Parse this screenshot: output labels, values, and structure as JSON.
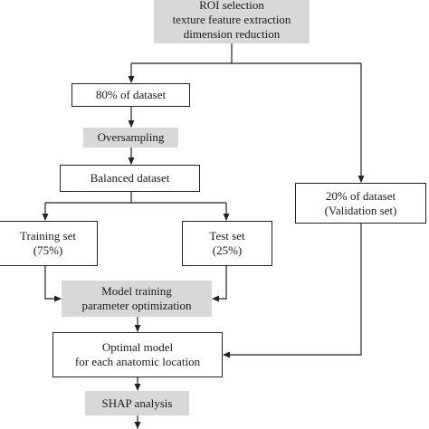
{
  "diagram": {
    "nodes": {
      "roi": {
        "lines": [
          "ROI selection",
          "texture feature extraction",
          "dimension reduction"
        ]
      },
      "pct80": {
        "lines": [
          "80% of dataset"
        ]
      },
      "oversampling": {
        "lines": [
          "Oversampling"
        ]
      },
      "balanced": {
        "lines": [
          "Balanced dataset"
        ]
      },
      "pct20": {
        "lines": [
          "20% of dataset",
          "(Validation set)"
        ]
      },
      "training": {
        "lines": [
          "Training set",
          "(75%)"
        ]
      },
      "test": {
        "lines": [
          "Test set",
          "(25%)"
        ]
      },
      "model": {
        "lines": [
          "Model training",
          "parameter optimization"
        ]
      },
      "optimal": {
        "lines": [
          "Optimal model",
          "for each anatomic location"
        ]
      },
      "shap": {
        "lines": [
          "SHAP analysis"
        ]
      }
    },
    "colors": {
      "line": "#222222",
      "grey_fill": "#d8d8d8",
      "white_fill": "#ffffff"
    }
  }
}
